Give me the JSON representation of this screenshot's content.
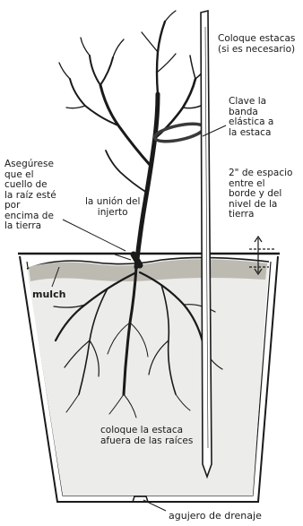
{
  "diagram": {
    "labels": {
      "stake": "Coloque estacas\n(si es necesario)",
      "band": "Clave la\nbanda\nelástica a\nla estaca",
      "space": "2\" de espacio\nentre el\nborde y del\nnivel de la\ntierra",
      "collar": "Asegúrese\nque el\ncuello de\nla raíz esté\npor\nencima de\nla tierra",
      "graft": "la unión del\ninjerto",
      "mulch": "mulch",
      "outside": "coloque la estaca\nafuera de las raíces",
      "drain": "agujero de drenaje"
    },
    "colors": {
      "ink": "#1a1a1a",
      "pot": "#ffffff",
      "soil": "#d6d3cc",
      "wood": "#2b2b2b",
      "band": "#3a3a3a"
    }
  }
}
